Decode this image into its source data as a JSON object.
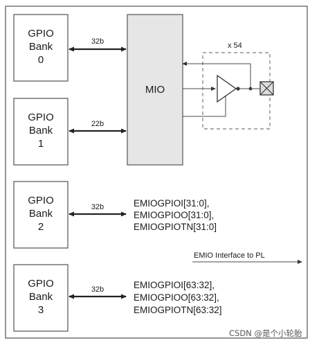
{
  "banks": [
    {
      "line1": "GPIO",
      "line2": "Bank",
      "line3": "0",
      "bus": "32b"
    },
    {
      "line1": "GPIO",
      "line2": "Bank",
      "line3": "1",
      "bus": "22b"
    },
    {
      "line1": "GPIO",
      "line2": "Bank",
      "line3": "2",
      "bus": "32b"
    },
    {
      "line1": "GPIO",
      "line2": "Bank",
      "line3": "3",
      "bus": "32b"
    }
  ],
  "mio": {
    "label": "MIO"
  },
  "multiplier": "x 54",
  "emio_bank2": [
    "EMIOGPIOI[31:0],",
    "EMIOGPIOO[31:0],",
    "EMIOGPIOTN[31:0]"
  ],
  "emio_bank3": [
    "EMIOGPIOI[63:32],",
    "EMIOGPIOO[63:32],",
    "EMIOGPIOTN[63:32]"
  ],
  "emio_interface_label": "EMIO Interface to PL",
  "watermark": "CSDN @是个小轮胎"
}
